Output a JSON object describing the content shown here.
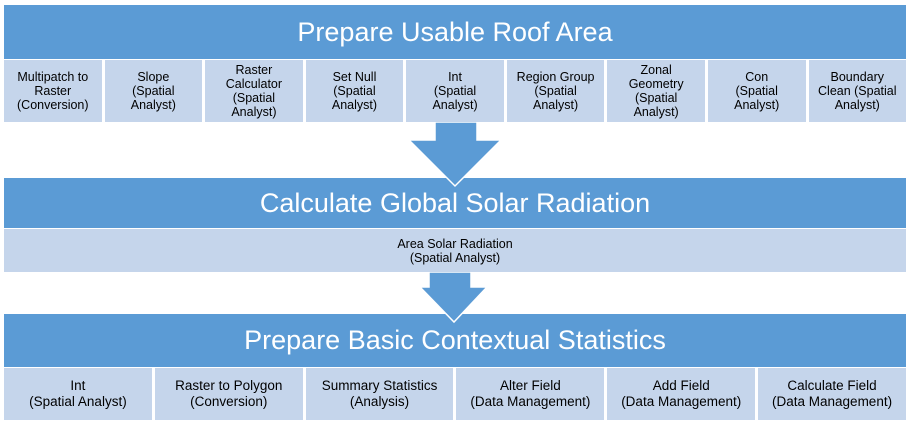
{
  "stages": [
    {
      "title": "Prepare Usable Roof Area",
      "tools": [
        "Multipatch to\nRaster\n(Conversion)",
        "Slope\n(Spatial\nAnalyst)",
        "Raster\nCalculator\n(Spatial\nAnalyst)",
        "Set Null\n(Spatial\nAnalyst)",
        "Int\n(Spatial\nAnalyst)",
        "Region Group\n(Spatial\nAnalyst)",
        "Zonal\nGeometry\n(Spatial\nAnalyst)",
        "Con\n(Spatial\nAnalyst)",
        "Boundary\nClean (Spatial\nAnalyst)"
      ]
    },
    {
      "title": "Calculate Global Solar Radiation",
      "tools": [
        "Area Solar Radiation\n(Spatial Analyst)"
      ]
    },
    {
      "title": "Prepare Basic Contextual Statistics",
      "tools": [
        "Int\n(Spatial Analyst)",
        "Raster to Polygon\n(Conversion)",
        "Summary Statistics\n(Analysis)",
        "Alter Field\n(Data Management)",
        "Add Field\n(Data Management)",
        "Calculate Field\n(Data Management)"
      ]
    }
  ],
  "colors": {
    "header": "#5B9BD5",
    "box": "#C5D5EB"
  }
}
